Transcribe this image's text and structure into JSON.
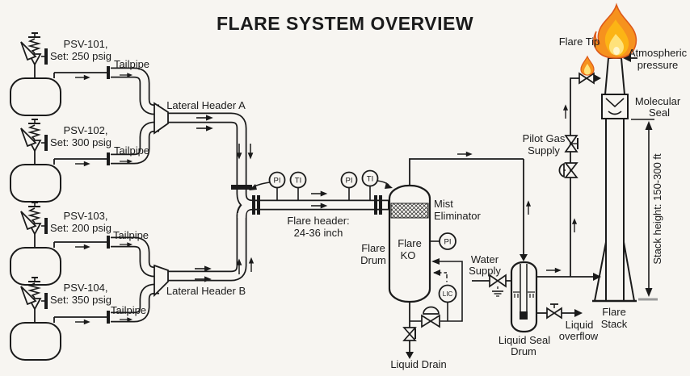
{
  "title": "FLARE SYSTEM OVERVIEW",
  "colors": {
    "background": "#f7f5f1",
    "line": "#1b1b1b",
    "flame_outline": "#dd5a1b",
    "flame_outer": "#f6921e",
    "flame_mid": "#fcb415",
    "flame_inner": "#ffe27a",
    "flame_core": "#fff6cc",
    "ground_tick": "#9a9a9a"
  },
  "sources": [
    {
      "tag": "PSV-101,",
      "set": "Set: 250 psig",
      "tailpipe": "Tailpipe"
    },
    {
      "tag": "PSV-102,",
      "set": "Set: 300 psig",
      "tailpipe": "Tailpipe"
    },
    {
      "tag": "PSV-103,",
      "set": "Set: 200 psig",
      "tailpipe": "Tailpipe"
    },
    {
      "tag": "PSV-104,",
      "set": "Set: 350 psig",
      "tailpipe": "Tailpipe"
    }
  ],
  "headers": {
    "lateral_a": "Lateral Header A",
    "lateral_b": "Lateral Header B",
    "flare_line1": "Flare header:",
    "flare_line2": "24-36 inch"
  },
  "instruments": {
    "pi1": "PI",
    "ti1": "TI",
    "pi2": "PI",
    "ti2": "TI",
    "ko_pi": "PI",
    "lic": "LIC"
  },
  "ko_drum": {
    "label_out1": "Flare",
    "label_out2": "Drum",
    "label_in1": "Flare",
    "label_in2": "KO",
    "mist1": "Mist",
    "mist2": "Eliminator",
    "drain": "Liquid Drain"
  },
  "seal_drum": {
    "water1": "Water",
    "water2": "Supply",
    "name1": "Liquid Seal",
    "name2": "Drum",
    "overflow1": "Liquid",
    "overflow2": "overflow"
  },
  "flare_stack": {
    "name1": "Flare",
    "name2": "Stack",
    "tip": "Flare Tip",
    "atm1": "Atmospheric",
    "atm2": "pressure",
    "mol1": "Molecular",
    "mol2": "Seal",
    "pilot1": "Pilot Gas",
    "pilot2": "Supply",
    "height_note": "Stack height: 150-300 ft"
  }
}
